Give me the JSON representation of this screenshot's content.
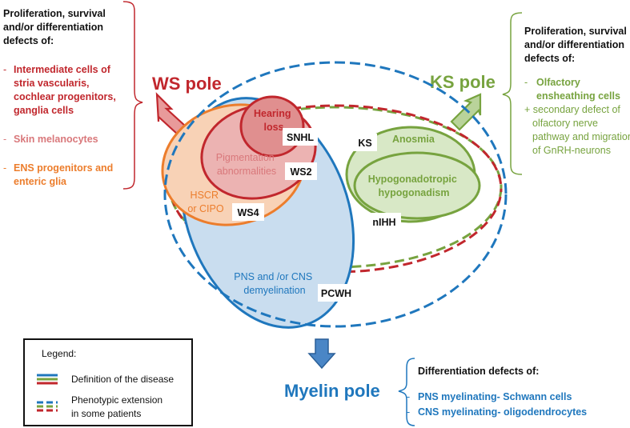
{
  "left_panel": {
    "header": [
      "Proliferation, survival",
      "and/or differentiation",
      "defects of:"
    ],
    "item1": [
      "Intermediate cells of",
      "stria vascularis,",
      "cochlear progenitors,",
      "ganglia cells"
    ],
    "item2": "Skin melanocytes",
    "item3": [
      "ENS progenitors and",
      "enteric glia"
    ],
    "bullet": "-"
  },
  "right_panel": {
    "header": [
      "Proliferation, survival",
      "and/or differentiation",
      "defects of:"
    ],
    "item1": [
      "Olfactory",
      "ensheathing cells"
    ],
    "item2": [
      "+ secondary defect of",
      "olfactory nerve",
      "pathway and migration",
      "of GnRH-neurons"
    ],
    "bullet": "-"
  },
  "bottom_panel": {
    "header": "Differentiation defects of:",
    "item1": "PNS myelinating- Schwann cells",
    "item2": "CNS myelinating- oligodendrocytes",
    "bullet": "-"
  },
  "poles": {
    "ws": "WS pole",
    "ks": "KS pole",
    "myelin": "Myelin pole"
  },
  "phenotypes": {
    "hearing": [
      "Hearing",
      "loss"
    ],
    "pigment": [
      "Pigmentation",
      "abnormalities"
    ],
    "hscr": [
      "HSCR",
      "or CIPO"
    ],
    "anosmia": "Anosmia",
    "hypo": [
      "Hypogonadotropic",
      "hypogonadism"
    ],
    "demyel": [
      "PNS and /or CNS",
      "demyelination"
    ]
  },
  "disease_labels": {
    "snhl": "SNHL",
    "ws2": "WS2",
    "ws4": "WS4",
    "ks": "KS",
    "nihh": "nIHH",
    "pcwh": "PCWH"
  },
  "legend": {
    "title": "Legend:",
    "solid": "Definition of the disease",
    "dashed": [
      "Phenotypic extension",
      "in some patients"
    ]
  },
  "colors": {
    "ws_red": "#c1272d",
    "ks_green": "#77a33f",
    "myelin_blue": "#1f77bd",
    "orange": "#ec7d2c",
    "pink_text": "#d9787b"
  }
}
